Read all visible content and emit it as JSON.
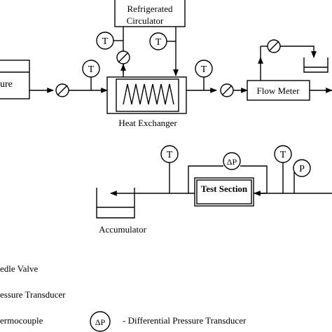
{
  "diagram": {
    "boxes": {
      "refrigerated_circulator_line1": "Refrigerated",
      "refrigerated_circulator_line2": "Circulator",
      "heat_exchanger": "Heat Exchanger",
      "flow_meter": "Flow Meter",
      "test_section": "Test Section",
      "accumulator": "Accumulator",
      "reservoir_partial": "ure"
    },
    "instruments": {
      "thermocouple": "T",
      "pressure_transducer": "P",
      "differential_pressure": "ΔP"
    },
    "legend": {
      "needle_valve": "edle Valve",
      "pressure_transducer": "essure Transducer",
      "thermocouple": "ermocouple",
      "differential_symbol": "ΔP",
      "differential_text": "- Differential Pressure Transducer"
    }
  }
}
